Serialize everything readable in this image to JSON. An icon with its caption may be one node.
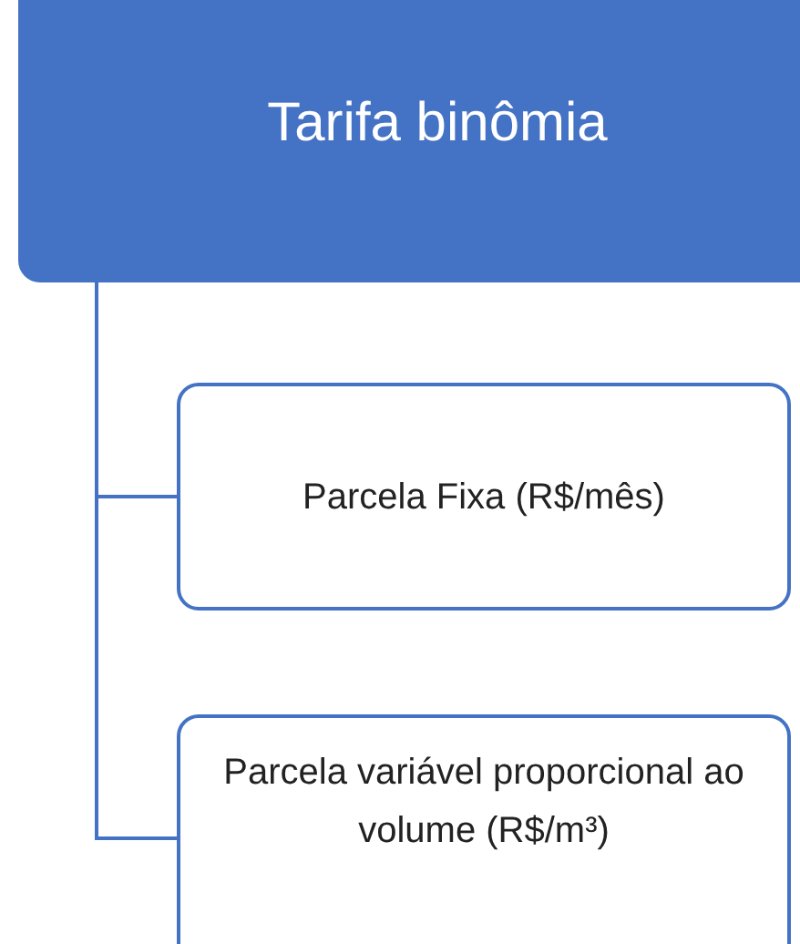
{
  "diagram": {
    "nodes": [
      {
        "text": [
          "Tarifa binômia"
        ]
      },
      {
        "text": [
          "Parcela Fixa (R$/mês)"
        ]
      },
      {
        "text": [
          "Parcela variável proporcional ao volume (R$/m³)"
        ]
      }
    ],
    "edges": [
      {
        "from": 0,
        "to": 1,
        "arrow": "none"
      },
      {
        "from": 0,
        "to": 2,
        "arrow": "none"
      }
    ]
  }
}
